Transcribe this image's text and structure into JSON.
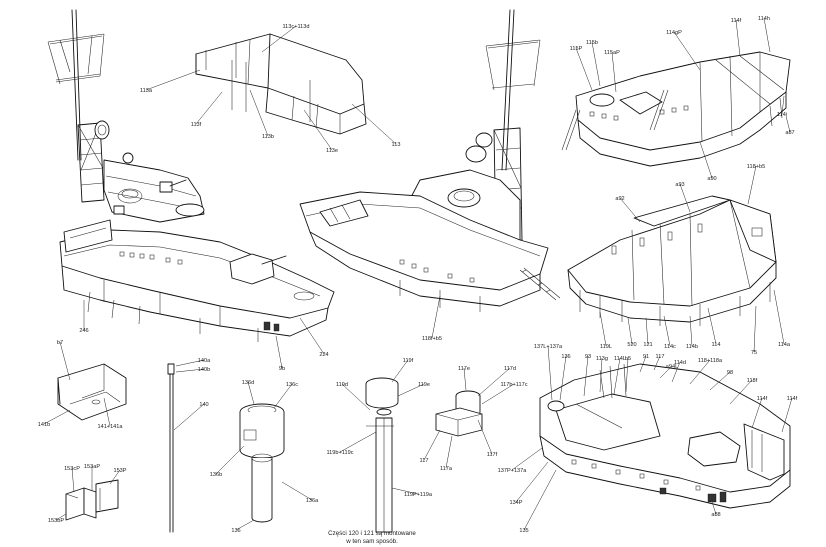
{
  "labels": {
    "p113c113d": "113c+113d",
    "p113a_l": "113a",
    "p113f": "113f",
    "p113b": "113b",
    "p113e": "113e",
    "p113": "113",
    "p246": "246",
    "p224": "224",
    "p9b": "9b",
    "p118f": "118f+b5",
    "p115b": "115b",
    "p115p": "115P",
    "p115ap": "115aP",
    "p114gp": "114gP",
    "p114f_t": "114f",
    "p114h": "114h",
    "p114i": "114i",
    "p4a87": "a87",
    "p490": "a90",
    "p118h5": "118+b5",
    "pa92": "a92",
    "pa93": "a93",
    "p119": "119L",
    "p520": "520",
    "p121": "121",
    "p114c": "114c",
    "p114b": "114b",
    "p114_": "114",
    "p75": "75",
    "p114a": "114a",
    "p147": "b7",
    "p141b": "141b",
    "p141a": "141+141a",
    "p153cp": "153cP",
    "p153ap": "153aP",
    "p153p": "153P",
    "p153bp": "153bP",
    "p140a": "140a",
    "p140b": "140b",
    "p140": "140",
    "p136d": "136d",
    "p136c": "136c",
    "p136b": "136b",
    "p136a": "136a",
    "p136": "136",
    "p119f": "119f",
    "p119d": "119d",
    "p119e": "119e",
    "p119bc": "119b+119c",
    "p119p": "119P+119a",
    "p117e": "117e",
    "p117d": "117d",
    "p117bc": "117b+117c",
    "p117": "117",
    "p117a": "117a",
    "p117f": "117f",
    "p137l": "137L+137a",
    "p136s": "136",
    "p93": "93",
    "p113g": "113g",
    "p114l": "114L",
    "p95": "b5",
    "p91": "91",
    "p117s": "117",
    "p494l": "a94L",
    "p114d": "114d",
    "p118a": "118+118a",
    "p98": "98",
    "p118f2": "118f",
    "p114f_b": "114f",
    "p114f_c": "114f",
    "p137p": "137P+137a",
    "p134p": "134P",
    "p135": "135",
    "p488": "a88"
  },
  "note": {
    "line1": "Części 120 i 121 są montowane",
    "line2": "w ten sam sposób."
  }
}
